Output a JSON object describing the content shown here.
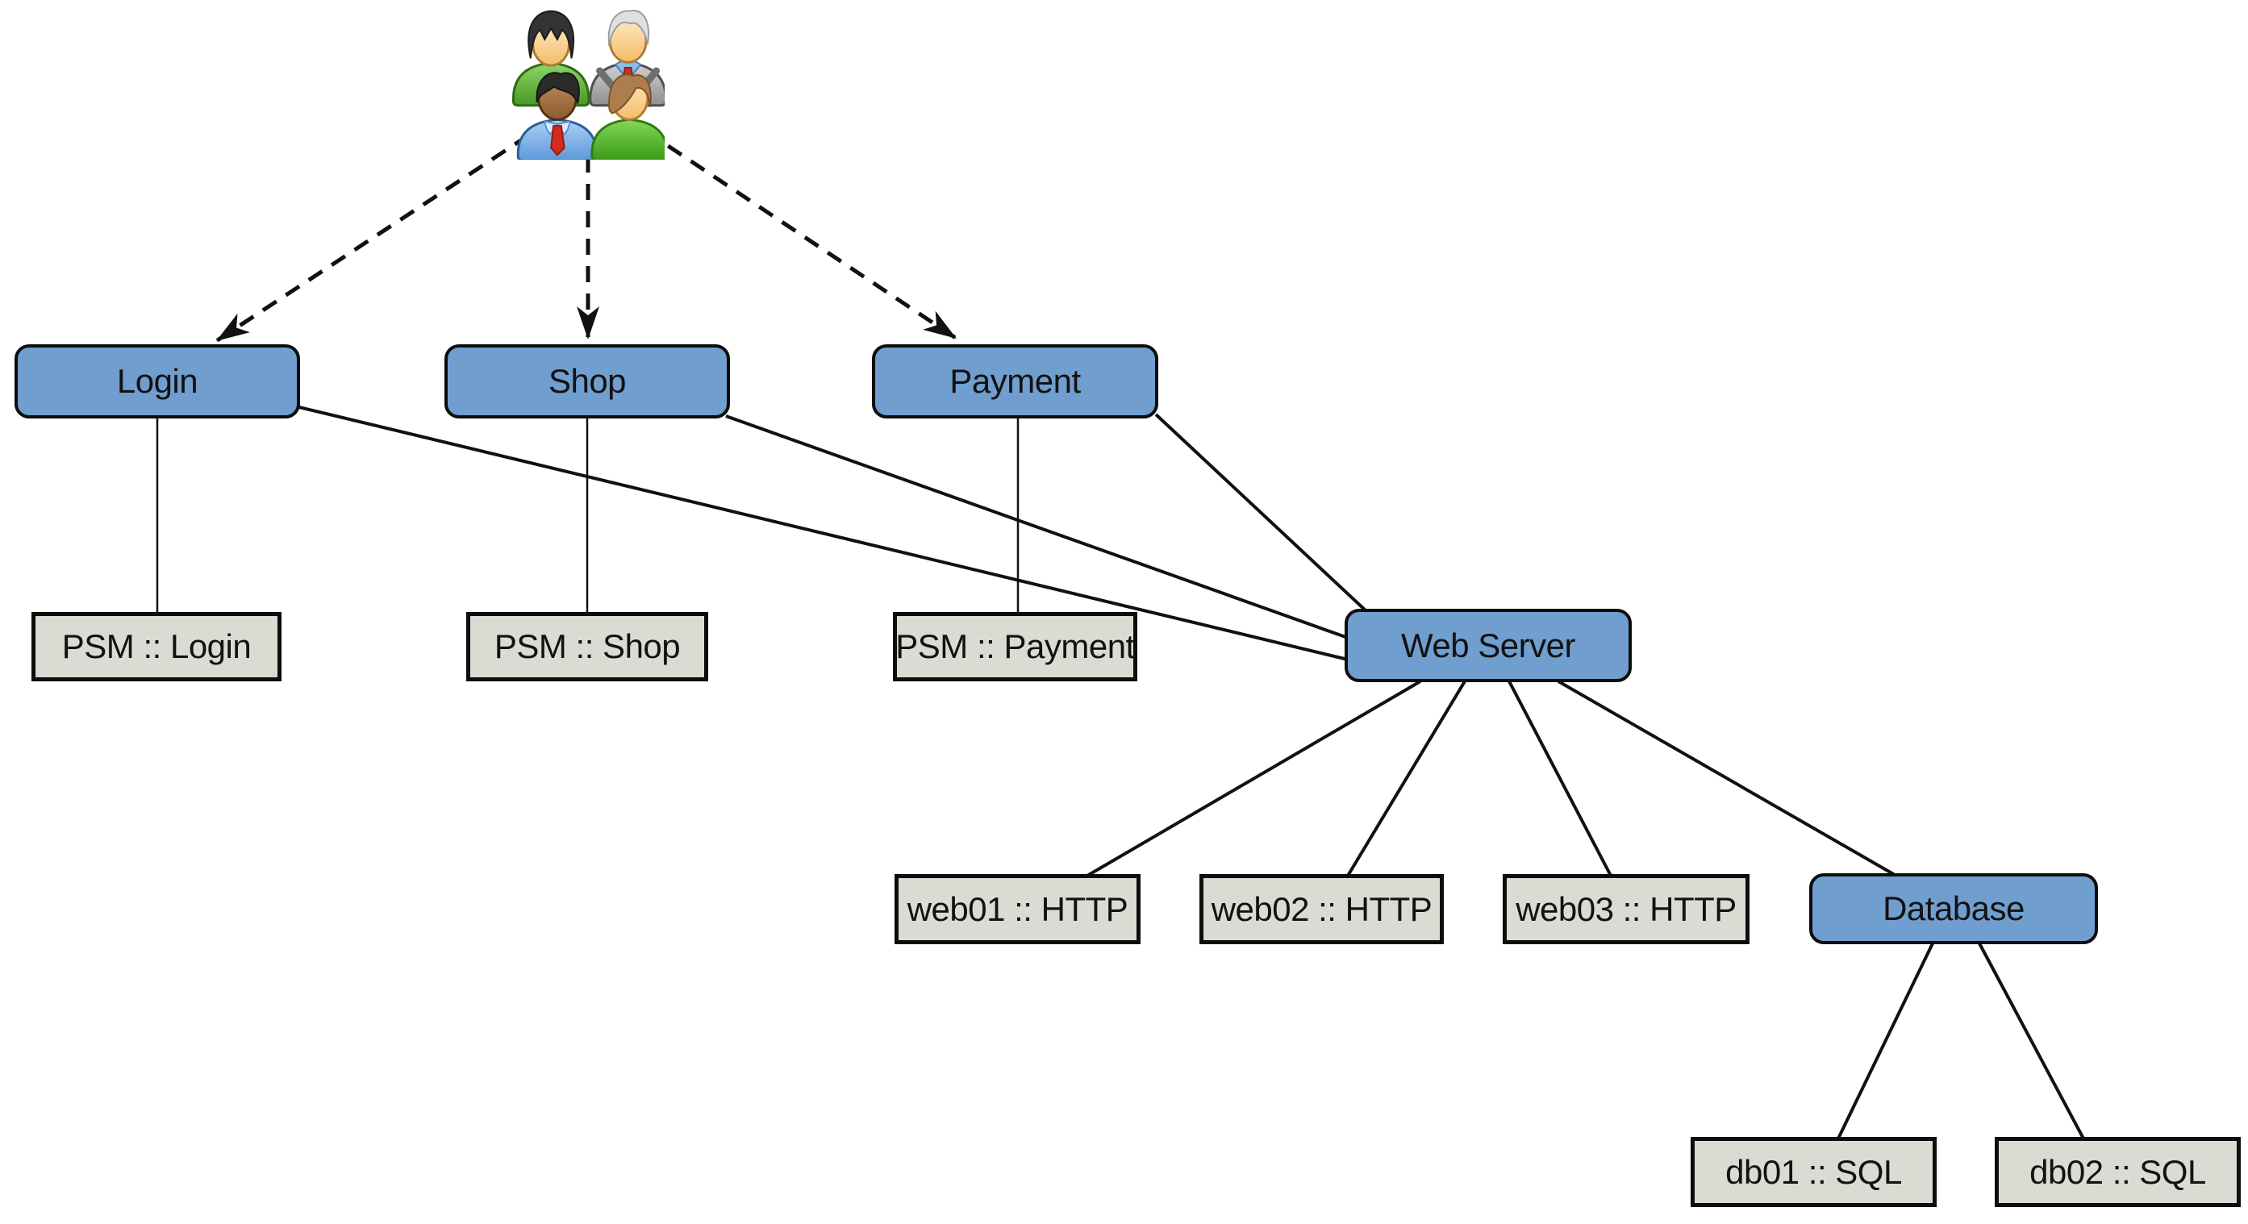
{
  "nodes": {
    "login": {
      "label": "Login",
      "kind": "service"
    },
    "shop": {
      "label": "Shop",
      "kind": "service"
    },
    "payment": {
      "label": "Payment",
      "kind": "service"
    },
    "psm_login": {
      "label": "PSM :: Login",
      "kind": "host"
    },
    "psm_shop": {
      "label": "PSM :: Shop",
      "kind": "host"
    },
    "psm_payment": {
      "label": "PSM :: Payment",
      "kind": "host"
    },
    "web_server": {
      "label": "Web Server",
      "kind": "service"
    },
    "web01": {
      "label": "web01 :: HTTP",
      "kind": "host"
    },
    "web02": {
      "label": "web02 :: HTTP",
      "kind": "host"
    },
    "web03": {
      "label": "web03 :: HTTP",
      "kind": "host"
    },
    "database": {
      "label": "Database",
      "kind": "service"
    },
    "db01": {
      "label": "db01 :: SQL",
      "kind": "host"
    },
    "db02": {
      "label": "db02 :: SQL",
      "kind": "host"
    }
  },
  "edges": [
    {
      "from": "users",
      "to": "login",
      "style": "dashed-arrow"
    },
    {
      "from": "users",
      "to": "shop",
      "style": "dashed-arrow"
    },
    {
      "from": "users",
      "to": "payment",
      "style": "dashed-arrow"
    },
    {
      "from": "login",
      "to": "psm_login",
      "style": "solid"
    },
    {
      "from": "shop",
      "to": "psm_shop",
      "style": "solid"
    },
    {
      "from": "payment",
      "to": "psm_payment",
      "style": "solid"
    },
    {
      "from": "login",
      "to": "web_server",
      "style": "solid"
    },
    {
      "from": "shop",
      "to": "web_server",
      "style": "solid"
    },
    {
      "from": "payment",
      "to": "web_server",
      "style": "solid"
    },
    {
      "from": "web_server",
      "to": "web01",
      "style": "solid"
    },
    {
      "from": "web_server",
      "to": "web02",
      "style": "solid"
    },
    {
      "from": "web_server",
      "to": "web03",
      "style": "solid"
    },
    {
      "from": "web_server",
      "to": "database",
      "style": "solid"
    },
    {
      "from": "database",
      "to": "db01",
      "style": "solid"
    },
    {
      "from": "database",
      "to": "db02",
      "style": "solid"
    }
  ],
  "icon": {
    "name": "users-group-icon",
    "people_count": 4
  },
  "colors": {
    "service_fill": "#709ECF",
    "host_fill": "#DADCD3",
    "border": "#0D0D0D",
    "edge": "#111111",
    "background": "#FFFFFF"
  }
}
